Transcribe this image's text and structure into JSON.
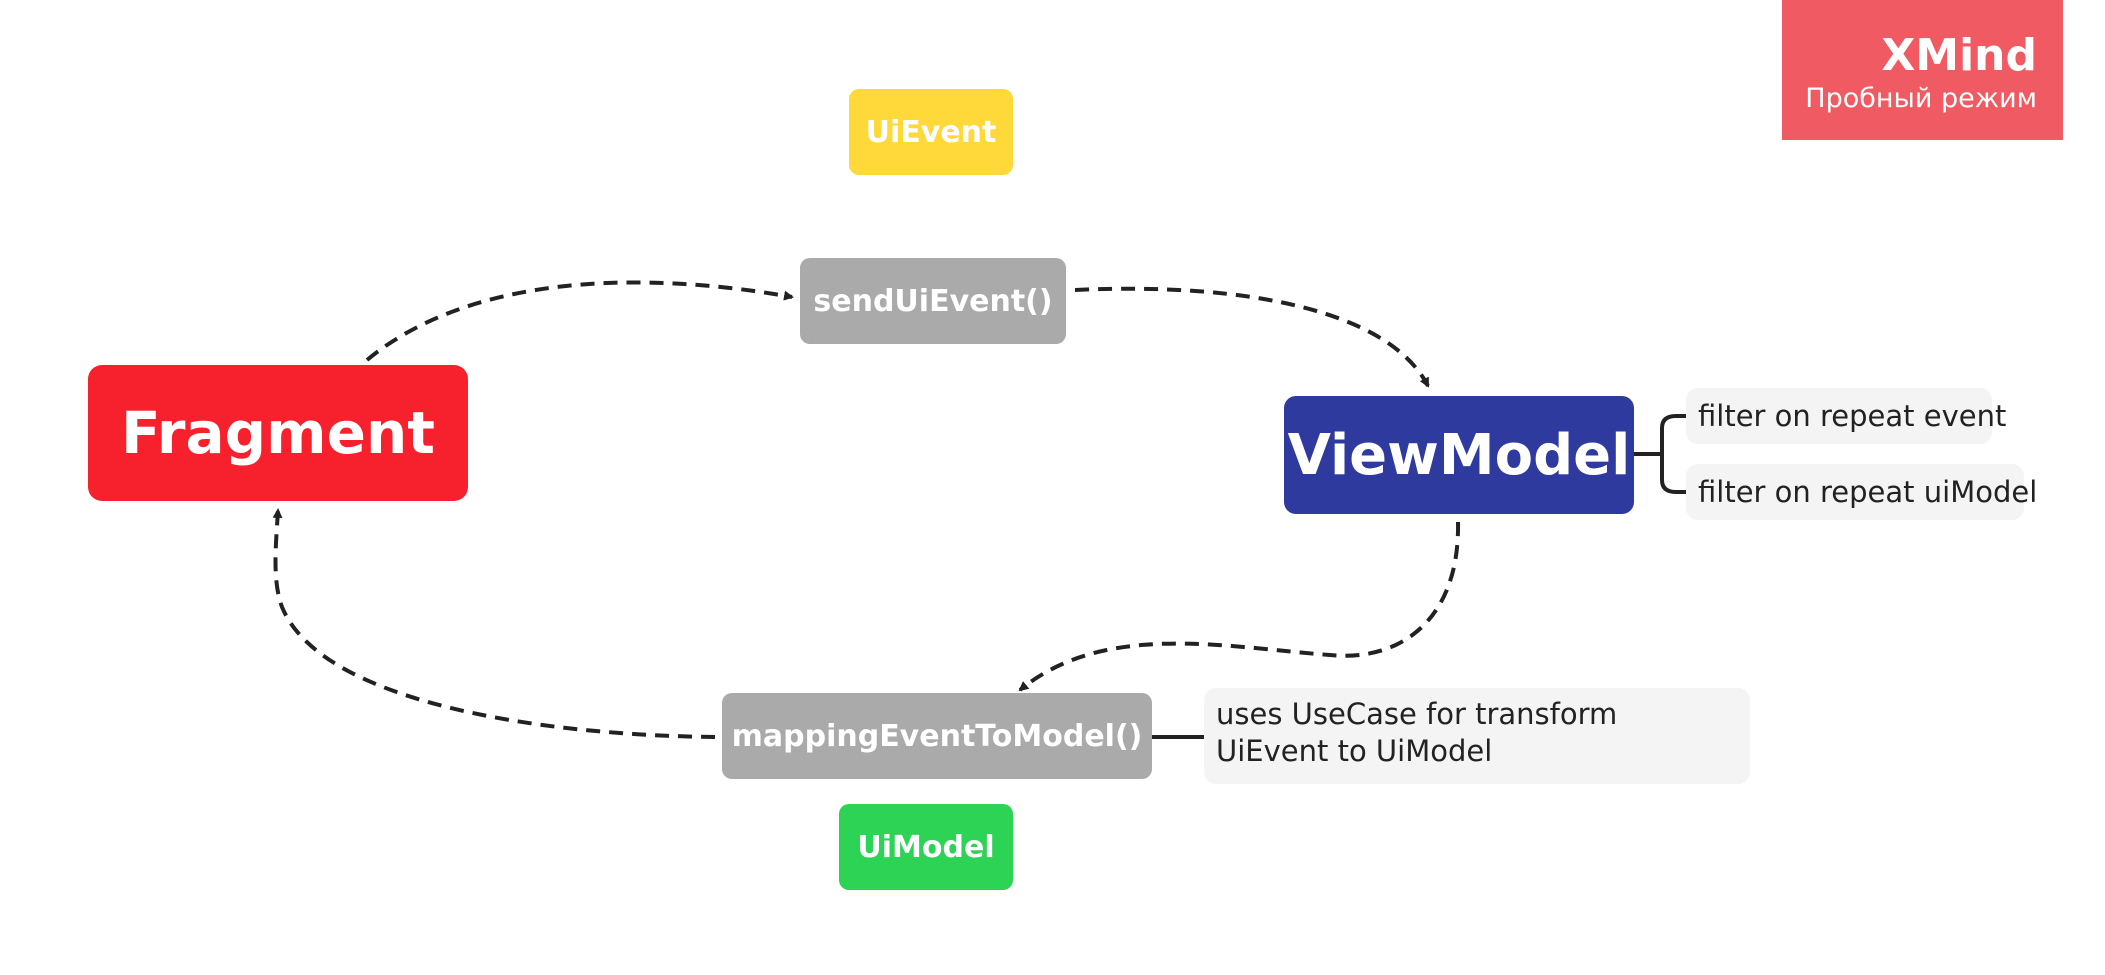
{
  "watermark": {
    "title": "XMind",
    "subtitle": "Пробный режим"
  },
  "nodes": {
    "fragment": {
      "label": "Fragment",
      "color": "#f7212e"
    },
    "view_model": {
      "label": "ViewModel",
      "color": "#2e3a9e"
    },
    "send_ui_event": {
      "label": "sendUiEvent()",
      "color": "#aaaaaa"
    },
    "mapping_event_to_model": {
      "label": "mappingEventToModel()",
      "color": "#aaaaaa"
    },
    "ui_event": {
      "label": "UiEvent",
      "color": "#ffd93a"
    },
    "ui_model": {
      "label": "UiModel",
      "color": "#2cd354"
    }
  },
  "notes": {
    "filter_repeat_event": "filter on repeat event",
    "filter_repeat_ui_model": "filter on repeat uiModel",
    "uses_use_case": "uses UseCase for transform UiEvent to UiModel"
  }
}
